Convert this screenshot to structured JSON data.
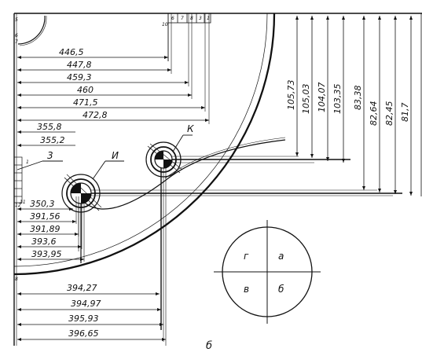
{
  "caption": "б",
  "callouts": {
    "i": "И",
    "k": "К",
    "three": "3"
  },
  "quadrants": {
    "top_left": "г",
    "top_right": "а",
    "bottom_left": "в",
    "bottom_right": "б"
  },
  "small_numbers": {
    "n5": "5",
    "n6": "6",
    "n7": "7",
    "n8": "8",
    "n10": "10",
    "n12": "12",
    "n11": "11",
    "n1": "1",
    "top_strip": [
      "6",
      "7",
      "8",
      "3",
      "1"
    ]
  },
  "horizontal_dims_top": [
    "446,5",
    "447,8",
    "459,3",
    "460",
    "471,5",
    "472,8"
  ],
  "horizontal_dims_mid": [
    "355,8",
    "355,2"
  ],
  "horizontal_dims_lower": [
    "350,3",
    "391,56",
    "391,89",
    "393,6",
    "393,95"
  ],
  "horizontal_dims_bottom": [
    "394,27",
    "394,97",
    "395,93",
    "396,65"
  ],
  "vertical_dims_k": [
    "105,73",
    "105,03",
    "104,07",
    "103,35"
  ],
  "vertical_dims_i": [
    "83,38",
    "82,64",
    "82,45",
    "81,7"
  ]
}
